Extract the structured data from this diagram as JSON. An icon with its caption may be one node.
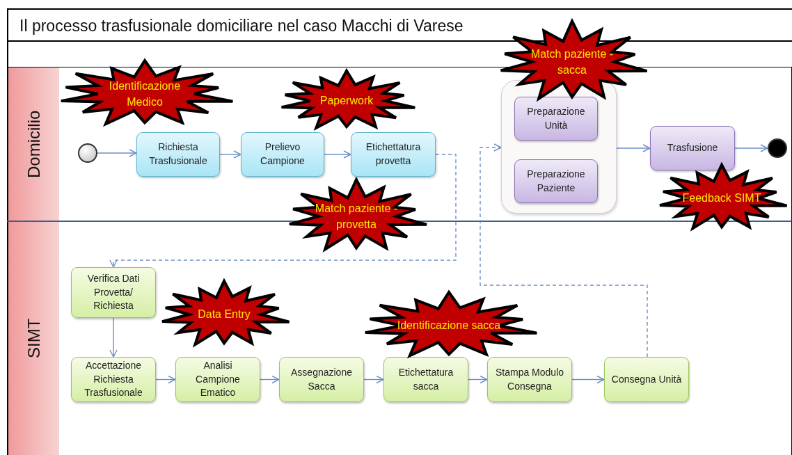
{
  "diagram": {
    "title": "Il processo trasfusionale domiciliare nel caso Macchi di Varese",
    "nodes": [
      {
        "text": [
          "Domicilio"
        ]
      },
      {
        "text": [
          "SIMT"
        ]
      },
      {
        "text": [],
        "shape": "circle",
        "in": 0
      },
      {
        "text": [
          "Richiesta Trasfusionale"
        ],
        "in": 0
      },
      {
        "text": [
          "Prelievo Campione"
        ],
        "in": 0
      },
      {
        "text": [
          "Etichettatura provetta"
        ],
        "in": 0
      },
      {
        "text": [],
        "shape": "box",
        "in": 0
      },
      {
        "text": [
          "Preparazione Unità"
        ],
        "in": 6
      },
      {
        "text": [
          "Preparazione Paziente"
        ],
        "in": 6
      },
      {
        "text": [
          "Trasfusione"
        ],
        "in": 0
      },
      {
        "text": [],
        "shape": "circle",
        "in": 0
      },
      {
        "text": [
          "Verifica Dati Provetta/ Richiesta"
        ],
        "in": 1
      },
      {
        "text": [
          "Accettazione Richiesta Trasfusionale"
        ],
        "in": 1
      },
      {
        "text": [
          "Analisi Campione Ematico"
        ],
        "in": 1
      },
      {
        "text": [
          "Assegnazione Sacca"
        ],
        "in": 1
      },
      {
        "text": [
          "Etichettatura sacca"
        ],
        "in": 1
      },
      {
        "text": [
          "Stampa Modulo Consegna"
        ],
        "in": 1
      },
      {
        "text": [
          "Consegna Unità"
        ],
        "in": 1
      },
      {
        "text": [
          "Identificazione Medico"
        ]
      },
      {
        "text": [
          "Paperwork"
        ],
        "in": 0
      },
      {
        "text": [
          "Match paziente - sacca"
        ]
      },
      {
        "text": [
          "Match paziente - provetta"
        ]
      },
      {
        "text": [
          "Feedback SIMT"
        ]
      },
      {
        "text": [
          "Data Entry"
        ],
        "in": 1
      },
      {
        "text": [
          "Identificazione sacca"
        ],
        "in": 1
      }
    ],
    "edges": [
      {
        "from": 2,
        "to": 3,
        "arrow": "to"
      },
      {
        "from": 3,
        "to": 4,
        "arrow": "to"
      },
      {
        "from": 4,
        "to": 5,
        "arrow": "to"
      },
      {
        "from": 5,
        "to": 11,
        "arrow": "to",
        "style": "dashed"
      },
      {
        "from": 11,
        "to": 12,
        "arrow": "to"
      },
      {
        "from": 12,
        "to": 13,
        "arrow": "to"
      },
      {
        "from": 13,
        "to": 14,
        "arrow": "to"
      },
      {
        "from": 14,
        "to": 15,
        "arrow": "to"
      },
      {
        "from": 15,
        "to": 16,
        "arrow": "to"
      },
      {
        "from": 16,
        "to": 17,
        "arrow": "to"
      },
      {
        "from": 17,
        "to": 6,
        "arrow": "to",
        "style": "dashed"
      },
      {
        "from": 6,
        "to": 9,
        "arrow": "to"
      },
      {
        "from": 9,
        "to": 10,
        "arrow": "to"
      }
    ]
  }
}
